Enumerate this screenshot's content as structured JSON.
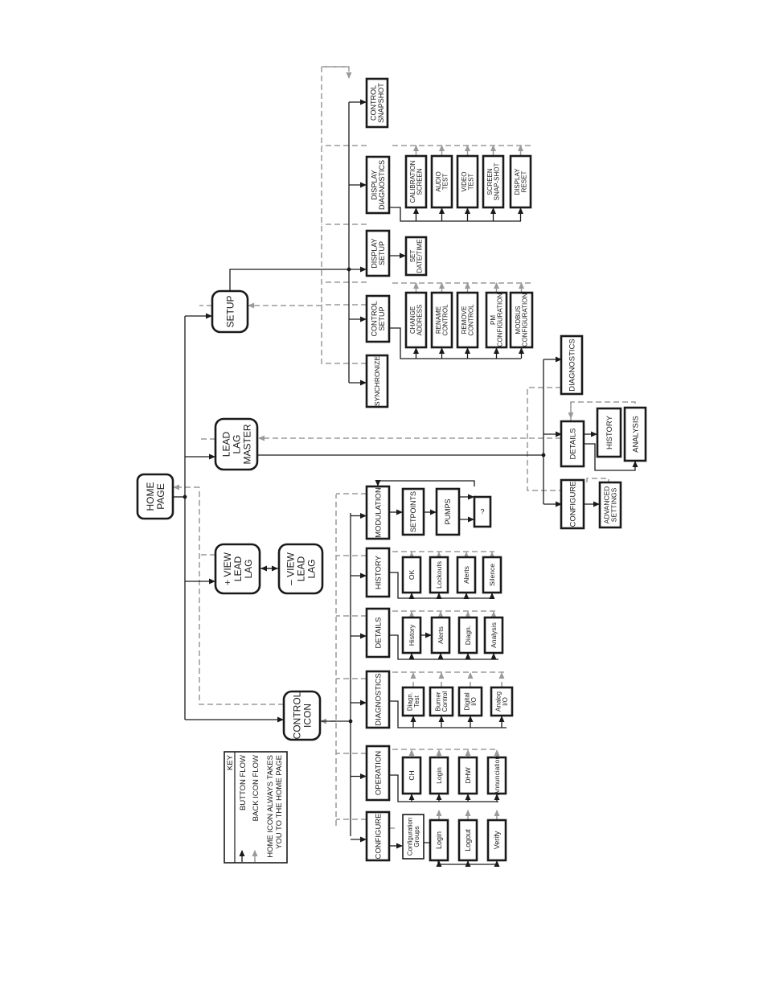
{
  "home": [
    "HOME",
    "PAGE"
  ],
  "top_nodes": {
    "control_icon": [
      "CONTROL",
      "ICON"
    ],
    "view_lead_lag_plus": [
      "+ VIEW",
      "LEAD",
      "LAG"
    ],
    "view_lead_lag_minus": [
      "– VIEW",
      "LEAD",
      "LAG"
    ],
    "lead_lag_master": [
      "LEAD",
      "LAG",
      "MASTER"
    ],
    "setup": [
      "SETUP"
    ]
  },
  "control_icon_branches": {
    "configure": {
      "label": [
        "CONFIGURE"
      ],
      "first": [
        "Configuration",
        "Groups"
      ],
      "items": [
        [
          "Login"
        ],
        [
          "Logout"
        ],
        [
          "Verify"
        ]
      ]
    },
    "operation": {
      "label": [
        "OPERATION"
      ],
      "items": [
        [
          "CH"
        ],
        [
          "Login"
        ],
        [
          "DHW"
        ],
        [
          "Annunciation"
        ]
      ]
    },
    "diagnostics": {
      "label": [
        "DIAGNOSTICS"
      ],
      "items": [
        [
          "Diagn.",
          "Test"
        ],
        [
          "Burner",
          "Control"
        ],
        [
          "Digital",
          "I/O"
        ],
        [
          "Analog",
          "I/O"
        ]
      ]
    },
    "details": {
      "label": [
        "DETAILS"
      ],
      "items": [
        [
          "History"
        ],
        [
          "Alerts"
        ],
        [
          "Diagn."
        ],
        [
          "Analysis"
        ]
      ]
    },
    "history": {
      "label": [
        "HISTORY"
      ],
      "items": [
        [
          "OK"
        ],
        [
          "Lockouts"
        ],
        [
          "Alerts"
        ],
        [
          "Silence"
        ]
      ]
    },
    "modulation": {
      "label": [
        "MODULATION"
      ],
      "items": [
        [
          "SETPOINTS"
        ],
        [
          "PUMPS"
        ],
        [
          "?"
        ]
      ]
    }
  },
  "lead_lag_branches": {
    "configure": {
      "label": [
        "CONFIGURE"
      ],
      "items": [
        [
          "ADVANCED",
          "SETTINGS"
        ]
      ]
    },
    "details": {
      "label": [
        "DETAILS"
      ],
      "items": [
        [
          "HISTORY"
        ],
        [
          "ANALYSIS"
        ]
      ]
    },
    "diagnostics": {
      "label": [
        "DIAGNOSTICS"
      ]
    }
  },
  "setup_branches": {
    "synchronize": {
      "label": [
        "SYNCHRONIZE"
      ]
    },
    "control_setup": {
      "label": [
        "CONTROL",
        "SETUP"
      ],
      "items": [
        [
          "CHANGE",
          "ADDRESS"
        ],
        [
          "RENAME",
          "CONTROL"
        ],
        [
          "REMOVE",
          "CONTROL"
        ],
        [
          "PM",
          "CONFIGURATION"
        ],
        [
          "MODBUS",
          "CONFIGURATION"
        ]
      ]
    },
    "display_setup": {
      "label": [
        "DISPLAY",
        "SETUP"
      ],
      "items": [
        [
          "SET",
          "DATE/TIME"
        ]
      ]
    },
    "display_diagnostics": {
      "label": [
        "DISPLAY",
        "DIAGNOSTICS"
      ],
      "items": [
        [
          "CALIBRATION",
          "SCREEN"
        ],
        [
          "AUDIO",
          "TEST"
        ],
        [
          "VIDEO",
          "TEST"
        ],
        [
          "SCREEN",
          "SNAP-SHOT"
        ],
        [
          "DISPLAY",
          "RESET"
        ]
      ]
    },
    "control_snapshot": {
      "label": [
        "CONTROL",
        "SNAPSHOT"
      ]
    }
  },
  "key": {
    "title": "KEY",
    "button_flow": "BUTTON FLOW",
    "back_flow": "BACK ICON FLOW",
    "note": [
      "HOME ICON ALWAYS TAKES",
      "YOU TO THE HOME PAGE"
    ]
  }
}
